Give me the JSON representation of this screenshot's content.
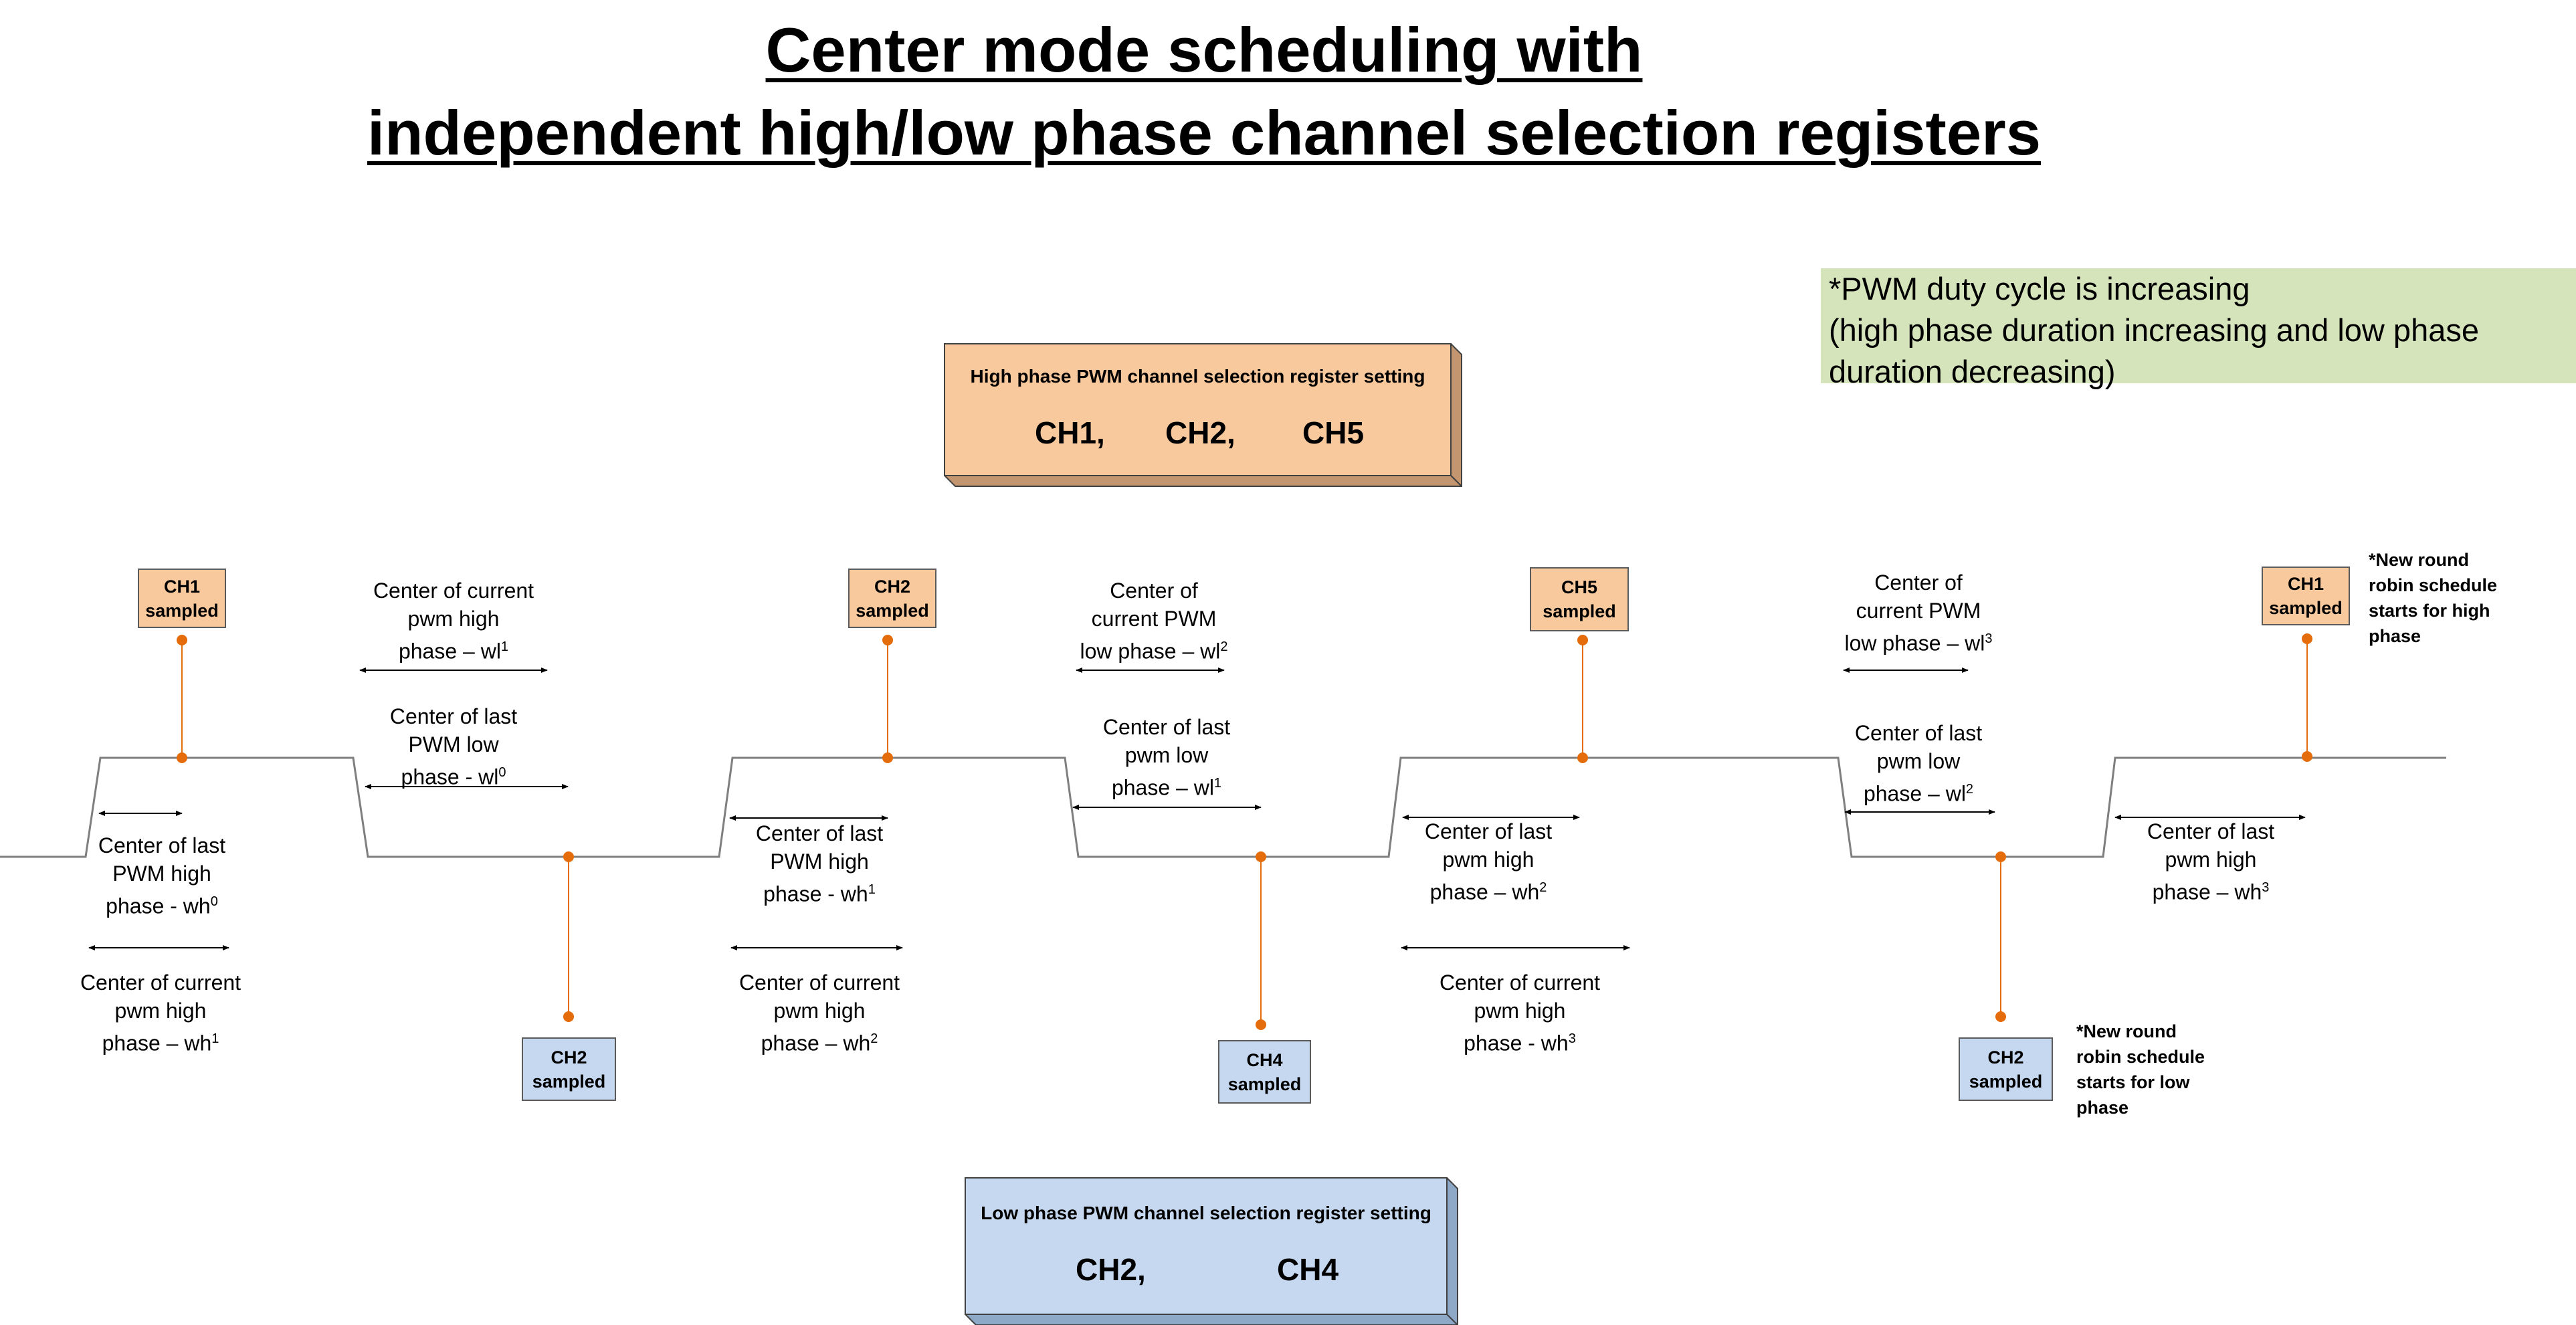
{
  "title": {
    "line1": "Center mode scheduling with",
    "line2": "independent high/low phase channel selection registers"
  },
  "note": {
    "line1": "*PWM duty cycle is increasing",
    "line2": "(high phase duration increasing and low phase",
    "line3": "duration decreasing)"
  },
  "high_register": {
    "title": "High phase PWM channel selection register setting",
    "channels": [
      "CH1,",
      "CH2,",
      "CH5"
    ]
  },
  "low_register": {
    "title": "Low phase PWM channel selection register setting",
    "channels": [
      "CH2,",
      "CH4"
    ]
  },
  "high_samples": [
    {
      "line1": "CH1",
      "line2": "sampled"
    },
    {
      "line1": "CH2",
      "line2": "sampled"
    },
    {
      "line1": "CH5",
      "line2": "sampled"
    },
    {
      "line1": "CH1",
      "line2": "sampled"
    }
  ],
  "low_samples": [
    {
      "line1": "CH2",
      "line2": "sampled"
    },
    {
      "line1": "CH4",
      "line2": "sampled"
    },
    {
      "line1": "CH2",
      "line2": "sampled"
    }
  ],
  "labels": {
    "cur_high_wl1": [
      "Center of current",
      "pwm high",
      "phase – wl",
      "1"
    ],
    "last_low_wl0": [
      "Center of last",
      "PWM low",
      "phase - wl",
      "0"
    ],
    "last_high_wh0": [
      "Center of last",
      "PWM high",
      "phase - wh",
      "0"
    ],
    "cur_high_wh1_a": [
      "Center of current",
      "pwm high",
      "phase – wh",
      "1"
    ],
    "cur_low_wl2": [
      "Center of",
      "current PWM",
      "low phase – wl",
      "2"
    ],
    "last_low_wl1": [
      "Center of last",
      "pwm low",
      "phase – wl",
      "1"
    ],
    "last_high_wh1": [
      "Center of last",
      "PWM high",
      "phase - wh",
      "1"
    ],
    "cur_high_wh2": [
      "Center of current",
      "pwm high",
      "phase – wh",
      "2"
    ],
    "last_high_wh2": [
      "Center of last",
      "pwm high",
      "phase – wh",
      "2"
    ],
    "cur_high_wh3": [
      "Center of current",
      "pwm high",
      "phase - wh",
      "3"
    ],
    "cur_low_wl3": [
      "Center of",
      "current PWM",
      "low phase – wl",
      "3"
    ],
    "last_low_wl2": [
      "Center of last",
      "pwm low",
      "phase – wl",
      "2"
    ],
    "last_high_wh3": [
      "Center of last",
      "pwm high",
      "phase – wh",
      "3"
    ]
  },
  "new_round_high": [
    "*New round",
    "robin schedule",
    "starts for high",
    "phase"
  ],
  "new_round_low": [
    "*New round",
    "robin schedule",
    "starts for low",
    "phase"
  ],
  "colors": {
    "orange_fill": "#f9c99e",
    "blue_fill": "#c5d8f0",
    "marker": "#e46c0a",
    "note_green": "#d6e4bc",
    "waveform": "#7f7f7f"
  }
}
